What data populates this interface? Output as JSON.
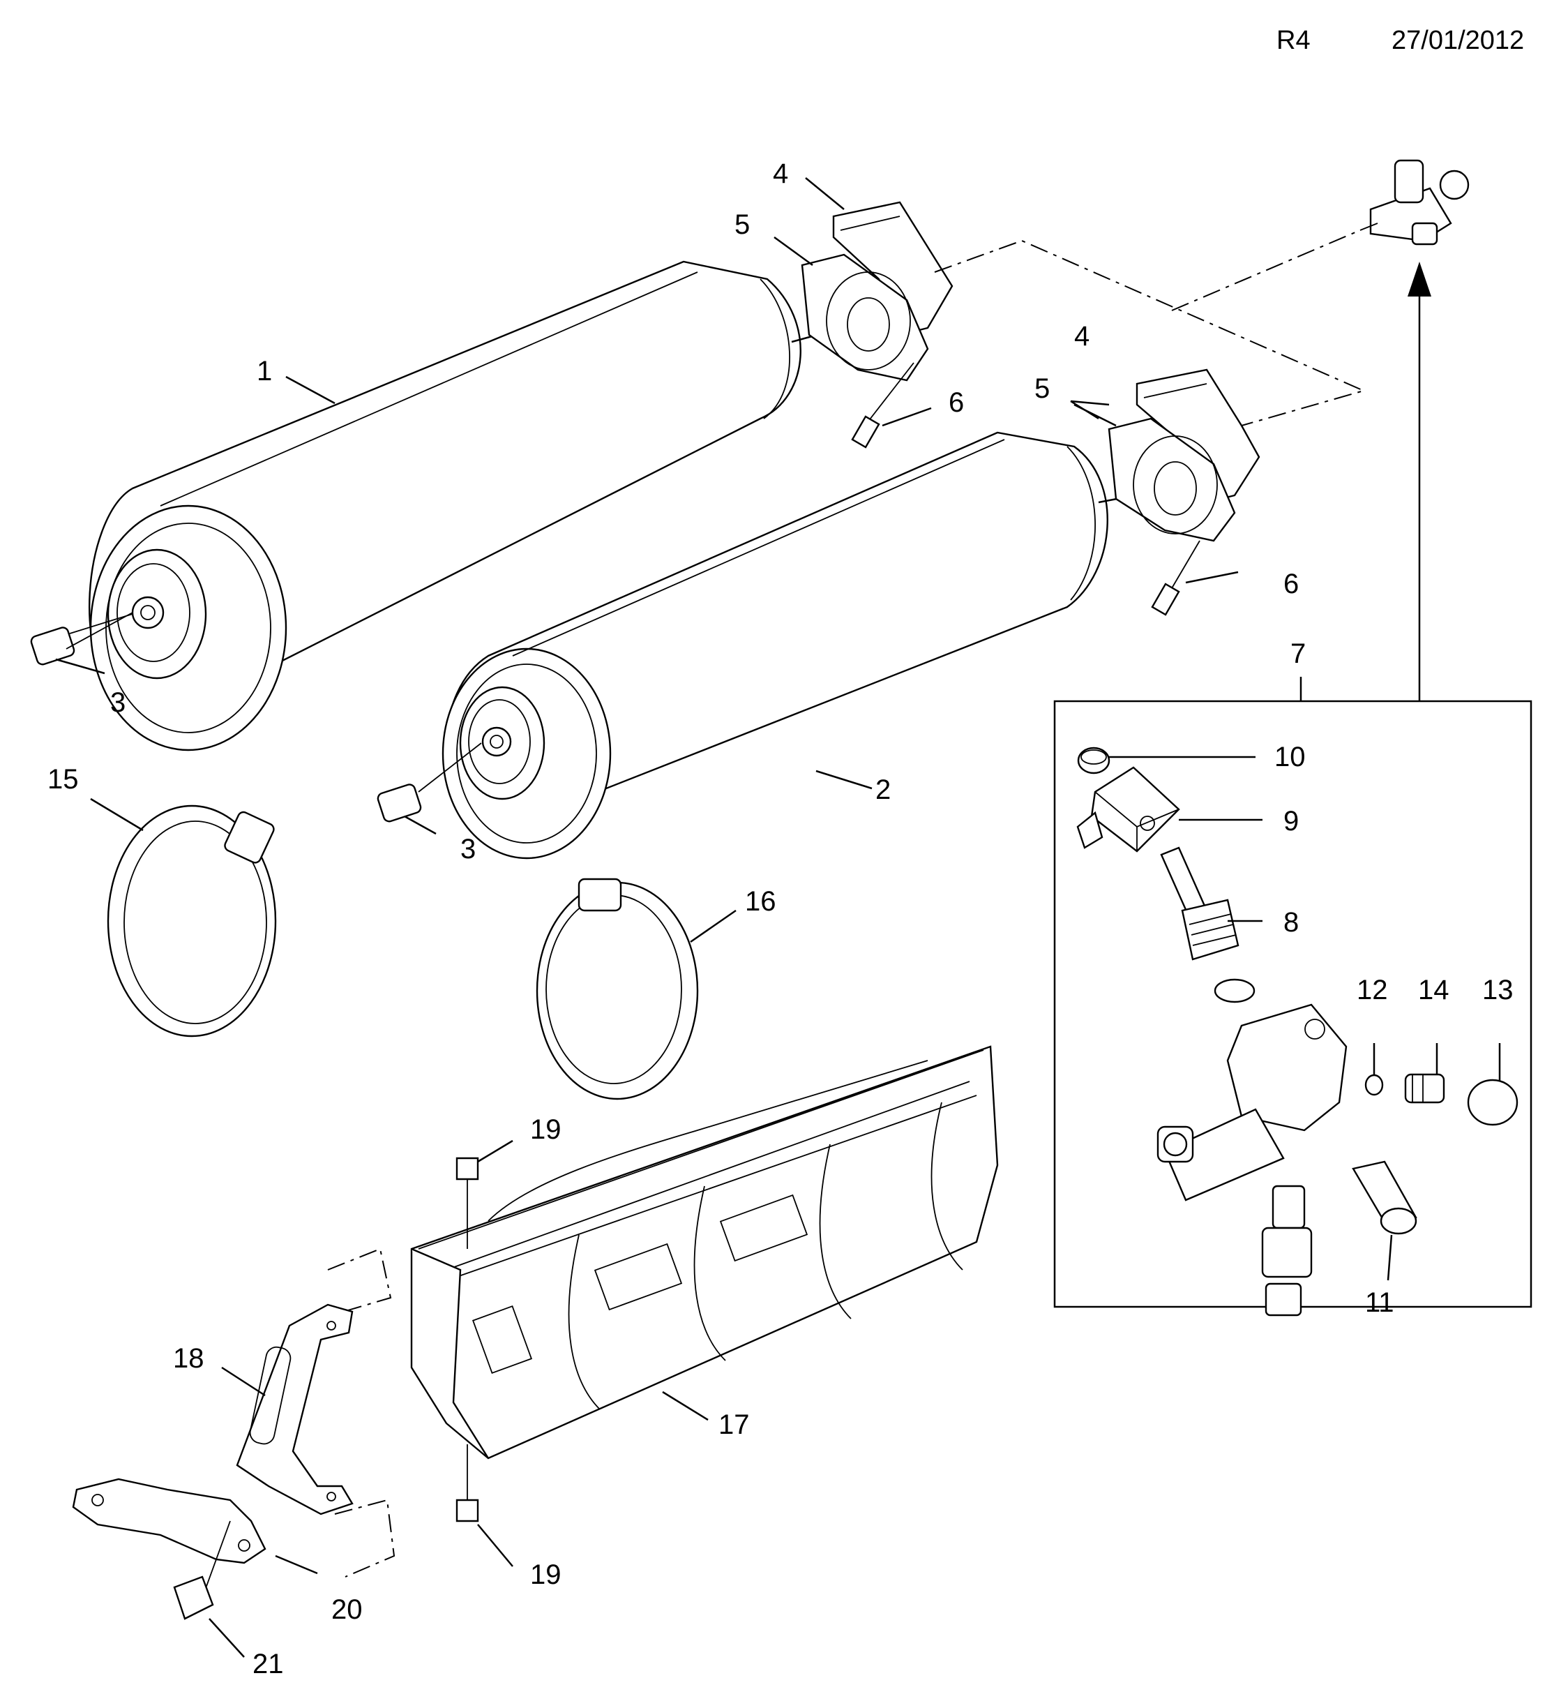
{
  "header": {
    "revision": "R4",
    "date": "27/01/2012"
  },
  "callouts": {
    "c1": "1",
    "c2": "2",
    "c3a": "3",
    "c3b": "3",
    "c4a": "4",
    "c4b": "4",
    "c5a": "5",
    "c5b": "5",
    "c6a": "6",
    "c6b": "6",
    "c7": "7",
    "c8": "8",
    "c9": "9",
    "c10": "10",
    "c11": "11",
    "c12": "12",
    "c13": "13",
    "c14": "14",
    "c15": "15",
    "c16": "16",
    "c17": "17",
    "c18": "18",
    "c19a": "19",
    "c19b": "19",
    "c20": "20",
    "c21": "21"
  }
}
